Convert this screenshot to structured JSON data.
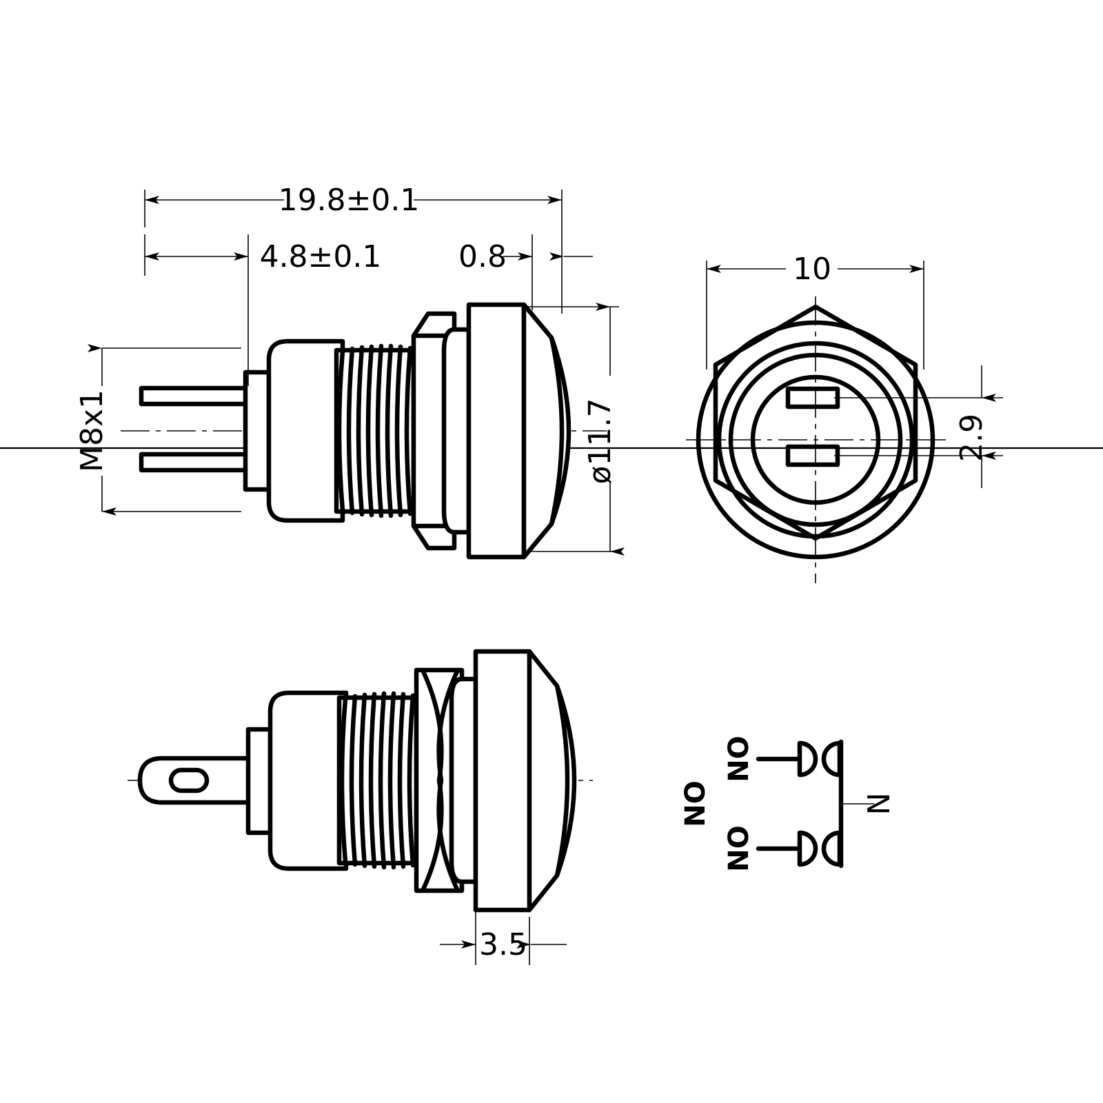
{
  "drawing": {
    "title": "M8x1 metal push button switch dimensional drawing",
    "line_color": "#000000",
    "background": "#ffffff",
    "views": [
      {
        "name": "side-view-top",
        "label": ""
      },
      {
        "name": "front-view",
        "label": ""
      },
      {
        "name": "side-view-bottom",
        "label": ""
      },
      {
        "name": "wiring-schematic",
        "label": ""
      }
    ]
  },
  "dimensions": {
    "overall_length": "19.8±0.1",
    "terminal_length": "4.8±0.1",
    "cap_step": "0.8",
    "thread_spec": "M8x1",
    "head_diameter": "ø11.7",
    "across_flats": "10",
    "terminal_pitch": "2.9",
    "nut_thickness": "3.5"
  },
  "schematic": {
    "terminal_top": "NO",
    "terminal_bottom": "NO",
    "group_label": "NO",
    "common_label": "N"
  }
}
